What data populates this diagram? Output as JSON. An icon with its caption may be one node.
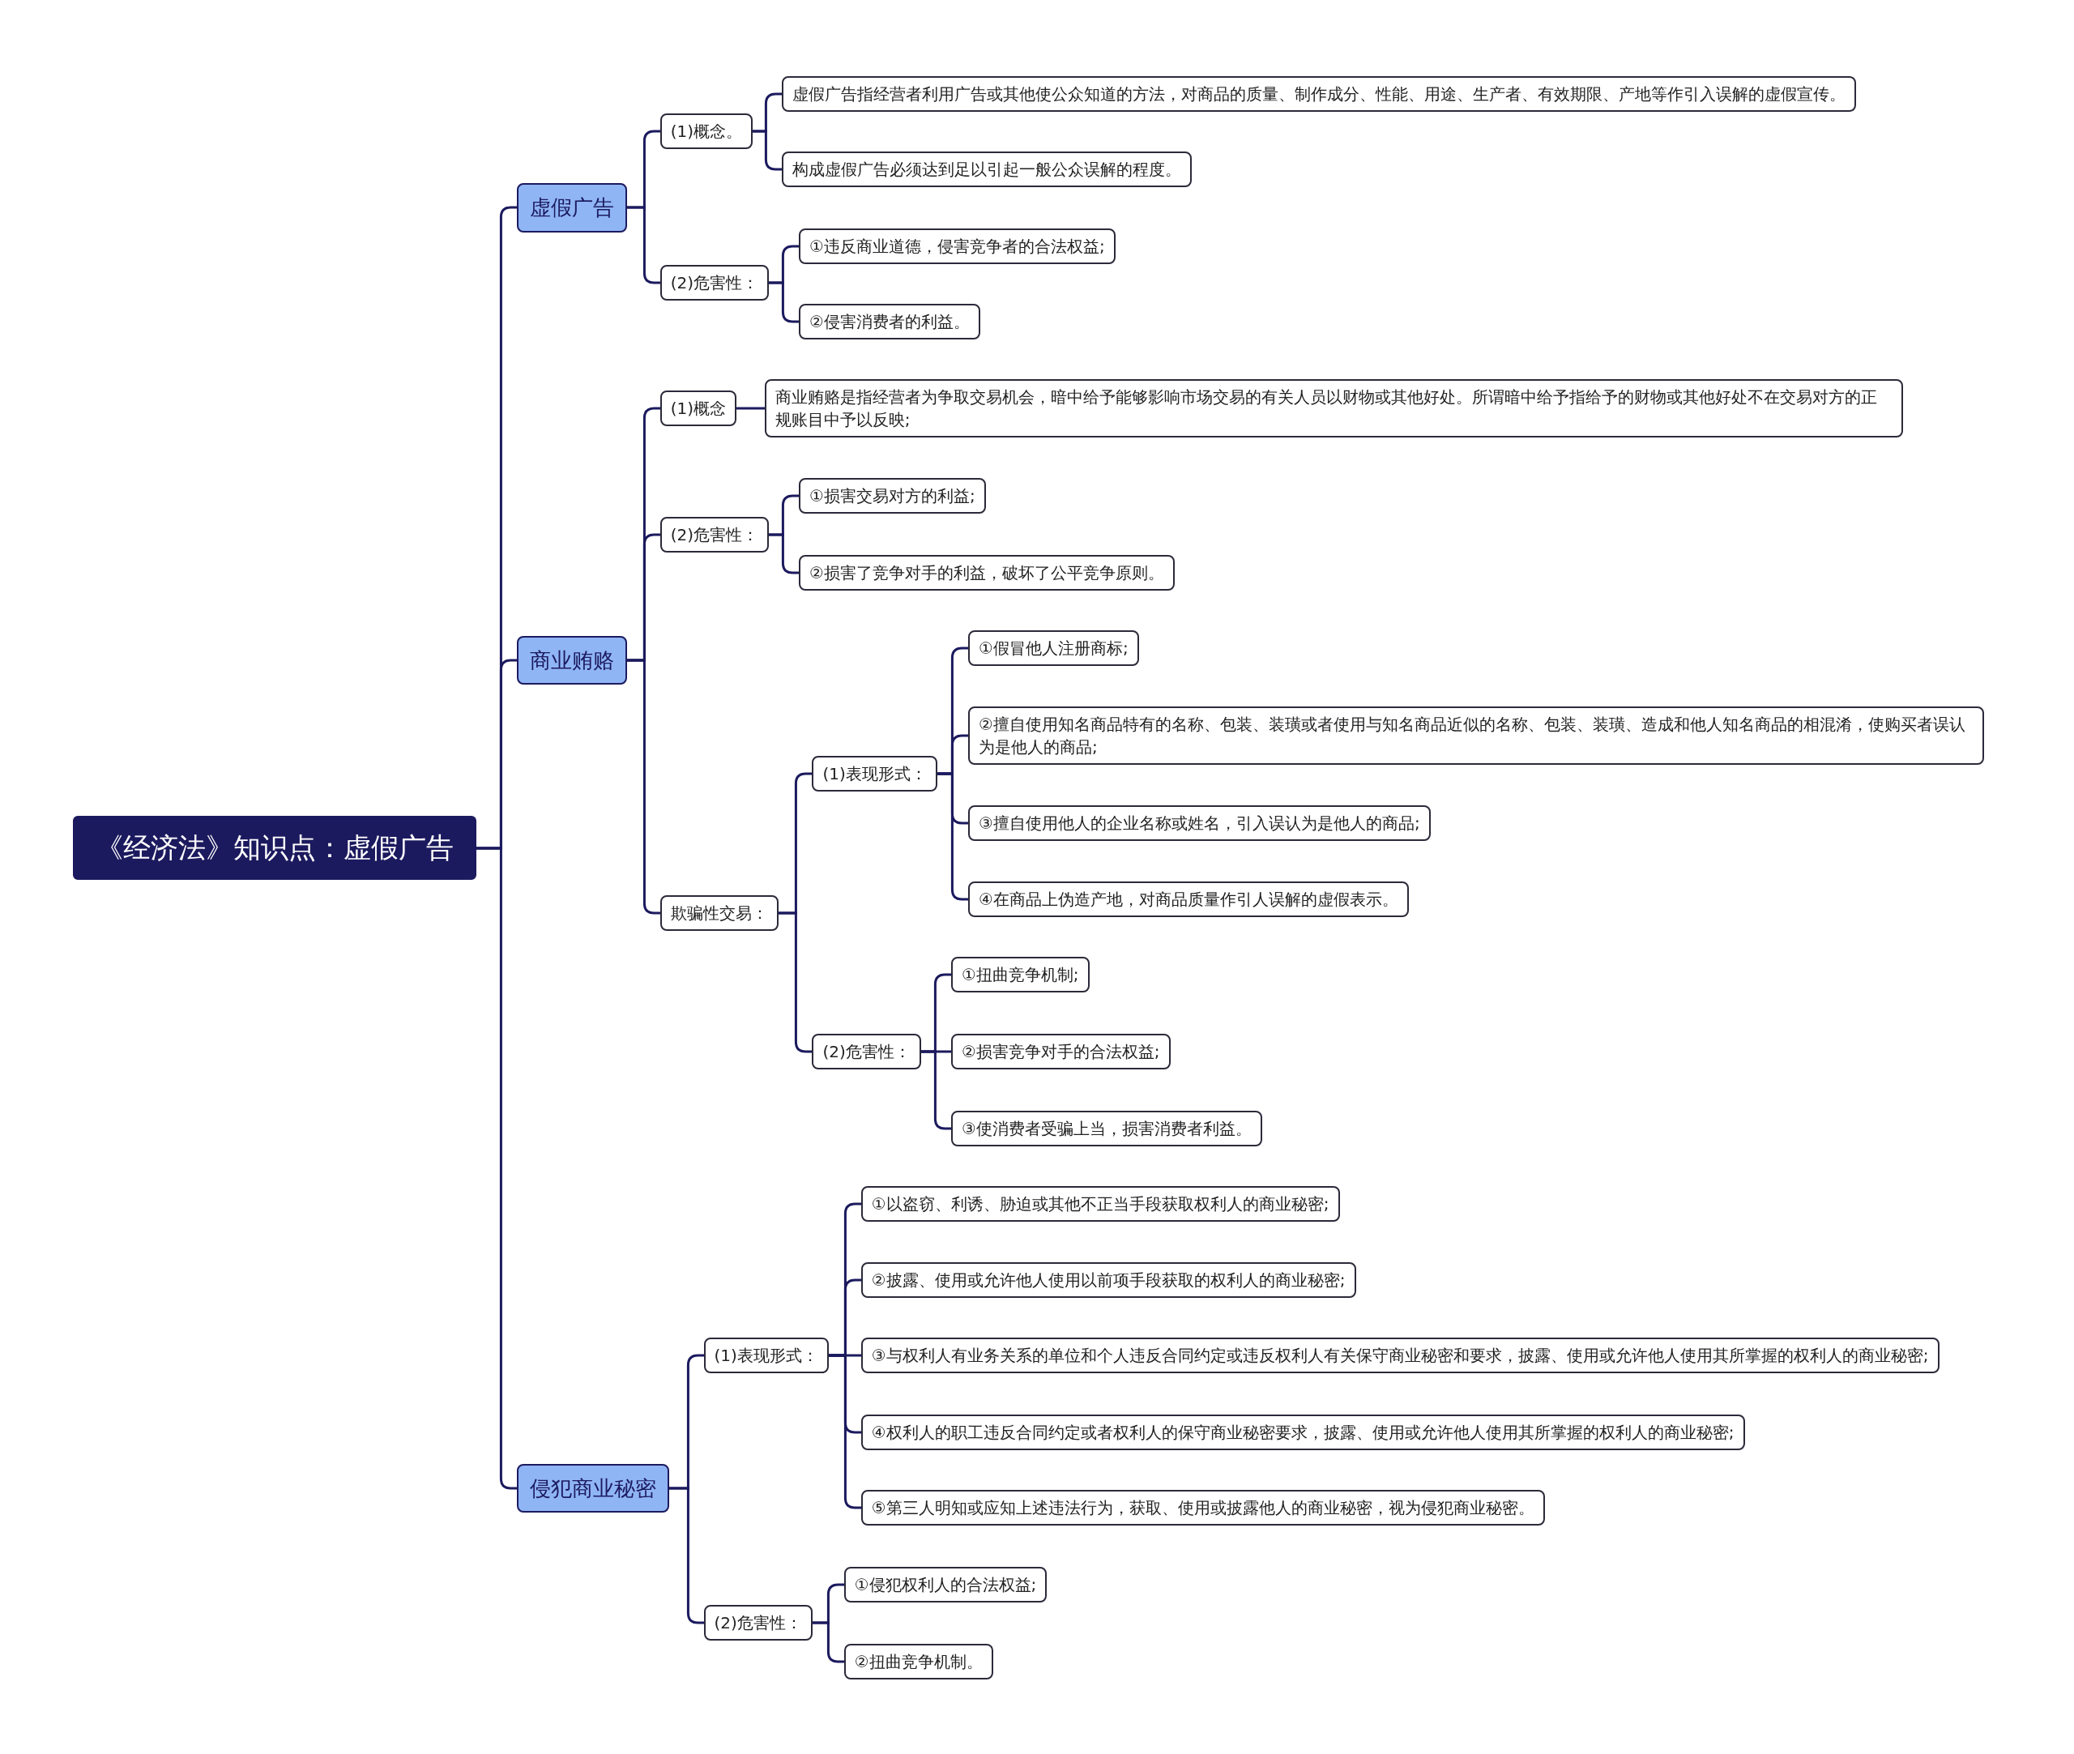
{
  "diagram": {
    "nodes": [
      {
        "text": [
          "《经济法》知识点：虚假广告"
        ]
      },
      {
        "text": [
          "虚假广告"
        ]
      },
      {
        "text": [
          "(1)概念。"
        ]
      },
      {
        "text": [
          "虚假广告指经营者利用广告或其他使公众知道的方法，对商品的质量、制作成分、性能、用途、生产者、有效期限、产地等作引入误解的虚假宣传。"
        ]
      },
      {
        "text": [
          "构成虚假广告必须达到足以引起一般公众误解的程度。"
        ]
      },
      {
        "text": [
          "(2)危害性："
        ]
      },
      {
        "text": [
          "①违反商业道德，侵害竞争者的合法权益;"
        ]
      },
      {
        "text": [
          "②侵害消费者的利益。"
        ]
      },
      {
        "text": [
          "商业贿赂"
        ]
      },
      {
        "text": [
          "(1)概念"
        ]
      },
      {
        "text": [
          "商业贿赂是指经营者为争取交易机会，暗中给予能够影响市场交易的有关人员以财物或其他好处。所谓暗中给予指给予的财物或其他好处不在交易对方的正规账目中予以反映;"
        ]
      },
      {
        "text": [
          "(2)危害性："
        ]
      },
      {
        "text": [
          "①损害交易对方的利益;"
        ]
      },
      {
        "text": [
          "②损害了竞争对手的利益，破坏了公平竞争原则。"
        ]
      },
      {
        "text": [
          "欺骗性交易："
        ]
      },
      {
        "text": [
          "(1)表现形式："
        ]
      },
      {
        "text": [
          "①假冒他人注册商标;"
        ]
      },
      {
        "text": [
          "②擅自使用知名商品特有的名称、包装、装璜或者使用与知名商品近似的名称、包装、装璜、造成和他人知名商品的相混淆，使购买者误认为是他人的商品;"
        ]
      },
      {
        "text": [
          "③擅自使用他人的企业名称或姓名，引入误认为是他人的商品;"
        ]
      },
      {
        "text": [
          "④在商品上伪造产地，对商品质量作引人误解的虚假表示。"
        ]
      },
      {
        "text": [
          "(2)危害性："
        ]
      },
      {
        "text": [
          "①扭曲竞争机制;"
        ]
      },
      {
        "text": [
          "②损害竞争对手的合法权益;"
        ]
      },
      {
        "text": [
          "③使消费者受骗上当，损害消费者利益。"
        ]
      },
      {
        "text": [
          "侵犯商业秘密"
        ]
      },
      {
        "text": [
          "(1)表现形式："
        ]
      },
      {
        "text": [
          "①以盗窃、利诱、胁迫或其他不正当手段获取权利人的商业秘密;"
        ]
      },
      {
        "text": [
          "②披露、使用或允许他人使用以前项手段获取的权利人的商业秘密;"
        ]
      },
      {
        "text": [
          "③与权利人有业务关系的单位和个人违反合同约定或违反权利人有关保守商业秘密和要求，披露、使用或允许他人使用其所掌握的权利人的商业秘密;"
        ]
      },
      {
        "text": [
          "④权利人的职工违反合同约定或者权利人的保守商业秘密要求，披露、使用或允许他人使用其所掌握的权利人的商业秘密;"
        ]
      },
      {
        "text": [
          "⑤第三人明知或应知上述违法行为，获取、使用或披露他人的商业秘密，视为侵犯商业秘密。"
        ]
      },
      {
        "text": [
          "(2)危害性："
        ]
      },
      {
        "text": [
          "①侵犯权利人的合法权益;"
        ]
      },
      {
        "text": [
          "②扭曲竞争机制。"
        ]
      }
    ],
    "edges": [
      {
        "from": 0,
        "to": 1,
        "arrow": "none"
      },
      {
        "from": 1,
        "to": 2,
        "arrow": "none"
      },
      {
        "from": 2,
        "to": 3,
        "arrow": "none"
      },
      {
        "from": 2,
        "to": 4,
        "arrow": "none"
      },
      {
        "from": 1,
        "to": 5,
        "arrow": "none"
      },
      {
        "from": 5,
        "to": 6,
        "arrow": "none"
      },
      {
        "from": 5,
        "to": 7,
        "arrow": "none"
      },
      {
        "from": 0,
        "to": 8,
        "arrow": "none"
      },
      {
        "from": 8,
        "to": 9,
        "arrow": "none"
      },
      {
        "from": 9,
        "to": 10,
        "arrow": "none"
      },
      {
        "from": 8,
        "to": 11,
        "arrow": "none"
      },
      {
        "from": 11,
        "to": 12,
        "arrow": "none"
      },
      {
        "from": 11,
        "to": 13,
        "arrow": "none"
      },
      {
        "from": 8,
        "to": 14,
        "arrow": "none"
      },
      {
        "from": 14,
        "to": 15,
        "arrow": "none"
      },
      {
        "from": 15,
        "to": 16,
        "arrow": "none"
      },
      {
        "from": 15,
        "to": 17,
        "arrow": "none"
      },
      {
        "from": 15,
        "to": 18,
        "arrow": "none"
      },
      {
        "from": 15,
        "to": 19,
        "arrow": "none"
      },
      {
        "from": 14,
        "to": 20,
        "arrow": "none"
      },
      {
        "from": 20,
        "to": 21,
        "arrow": "none"
      },
      {
        "from": 20,
        "to": 22,
        "arrow": "none"
      },
      {
        "from": 20,
        "to": 23,
        "arrow": "none"
      },
      {
        "from": 0,
        "to": 24,
        "arrow": "none"
      },
      {
        "from": 24,
        "to": 25,
        "arrow": "none"
      },
      {
        "from": 25,
        "to": 26,
        "arrow": "none"
      },
      {
        "from": 25,
        "to": 27,
        "arrow": "none"
      },
      {
        "from": 25,
        "to": 28,
        "arrow": "none"
      },
      {
        "from": 25,
        "to": 29,
        "arrow": "none"
      },
      {
        "from": 25,
        "to": 30,
        "arrow": "none"
      },
      {
        "from": 24,
        "to": 31,
        "arrow": "none"
      },
      {
        "from": 31,
        "to": 32,
        "arrow": "none"
      },
      {
        "from": 31,
        "to": 33,
        "arrow": "none"
      }
    ]
  }
}
